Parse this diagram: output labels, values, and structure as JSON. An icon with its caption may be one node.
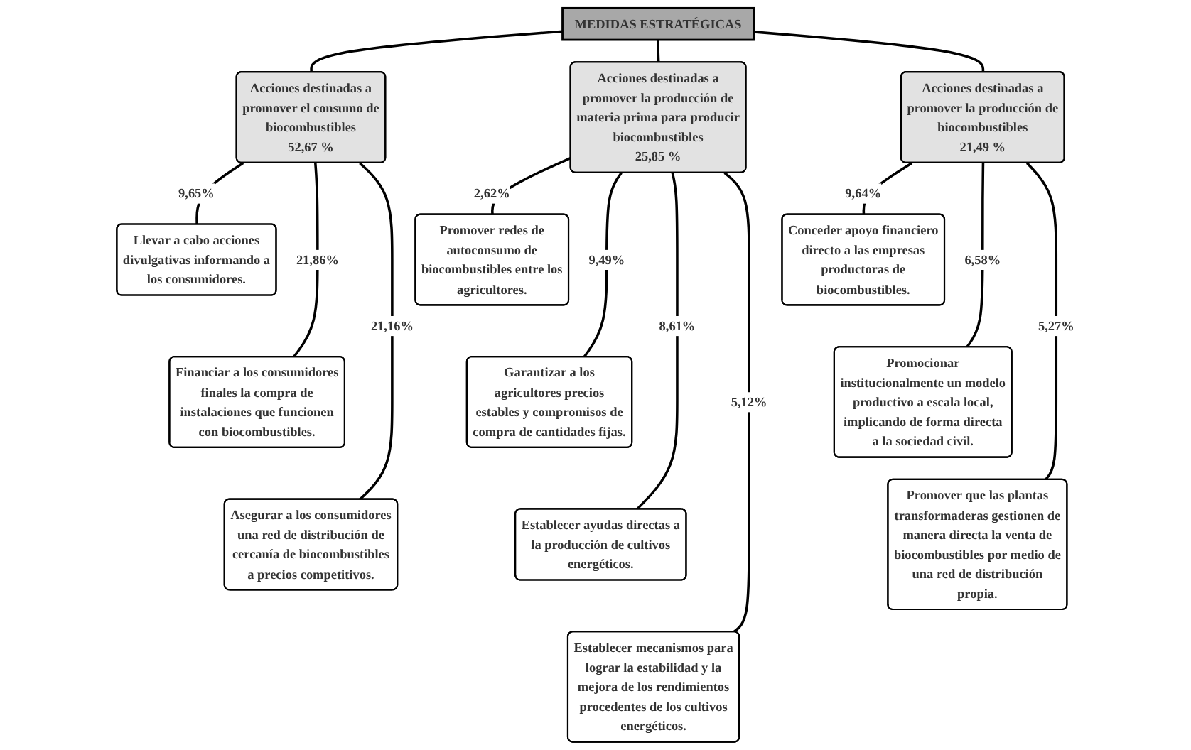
{
  "diagram": {
    "nodes": [
      {
        "text": [
          "MEDIDAS ESTRATÉGICAS"
        ]
      },
      {
        "text": [
          "Acciones destinadas a promover el consumo de biocombustibles",
          "52,67 %"
        ]
      },
      {
        "text": [
          "Acciones destinadas a promover la producción de materia prima para producir biocombustibles",
          "25,85 %"
        ]
      },
      {
        "text": [
          "Acciones destinadas a promover la producción de biocombustibles",
          "21,49 %"
        ]
      },
      {
        "text": [
          "Llevar a cabo acciones divulgativas informando a los consumidores."
        ]
      },
      {
        "text": [
          "Financiar a los consumidores finales la compra de instalaciones que funcionen con biocombustibles."
        ]
      },
      {
        "text": [
          "Asegurar a los consumidores una red de distribución de cercanía de biocombustibles a precios competitivos."
        ]
      },
      {
        "text": [
          "Promover redes de autoconsumo de biocombustibles entre los agricultores."
        ]
      },
      {
        "text": [
          "Garantizar a los agricultores precios estables y compromisos de compra de cantidades fijas."
        ]
      },
      {
        "text": [
          "Establecer ayudas directas a la producción de cultivos energéticos."
        ]
      },
      {
        "text": [
          "Establecer mecanismos para lograr la estabilidad y la mejora de los rendimientos procedentes de los cultivos energéticos."
        ]
      },
      {
        "text": [
          "Conceder apoyo financiero directo a las empresas productoras de biocombustibles."
        ]
      },
      {
        "text": [
          "Promocionar institucionalmente un modelo productivo a escala local, implicando de forma directa a la sociedad civil."
        ]
      },
      {
        "text": [
          "Promover que las plantas transformaderas gestionen de manera directa la venta de biocombustibles por medio de una red de distribución propia."
        ]
      }
    ],
    "edges": [
      {
        "from": 0,
        "to": 1,
        "arrow": "none"
      },
      {
        "from": 0,
        "to": 2,
        "arrow": "none"
      },
      {
        "from": 0,
        "to": 3,
        "arrow": "none"
      },
      {
        "from": 1,
        "to": 4,
        "arrow": "none",
        "label": "9,65%"
      },
      {
        "from": 1,
        "to": 5,
        "arrow": "none",
        "label": "21,86%"
      },
      {
        "from": 1,
        "to": 6,
        "arrow": "none",
        "label": "21,16%"
      },
      {
        "from": 2,
        "to": 7,
        "arrow": "none",
        "label": "2,62%"
      },
      {
        "from": 2,
        "to": 8,
        "arrow": "none",
        "label": "9,49%"
      },
      {
        "from": 2,
        "to": 9,
        "arrow": "none",
        "label": "8,61%"
      },
      {
        "from": 2,
        "to": 10,
        "arrow": "none",
        "label": "5,12%"
      },
      {
        "from": 3,
        "to": 11,
        "arrow": "none",
        "label": "9,64%"
      },
      {
        "from": 3,
        "to": 12,
        "arrow": "none",
        "label": "6,58%"
      },
      {
        "from": 3,
        "to": 13,
        "arrow": "none",
        "label": "5,27%"
      }
    ]
  }
}
